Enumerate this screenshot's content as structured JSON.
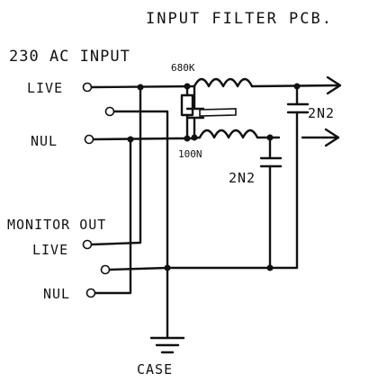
{
  "title": "INPUT FILTER PCB.",
  "input_heading": "230 AC INPUT",
  "input_live_label": "LIVE",
  "input_neutral_label": "NUL",
  "monitor_heading": "MONITOR OUT",
  "monitor_live_label": "LIVE",
  "monitor_neutral_label": "NUL",
  "resistor_value": "680K",
  "capacitor_small_value": "100N",
  "capacitor_top_value": "2N2",
  "capacitor_mid_value": "2N2",
  "ground_label": "CASE"
}
